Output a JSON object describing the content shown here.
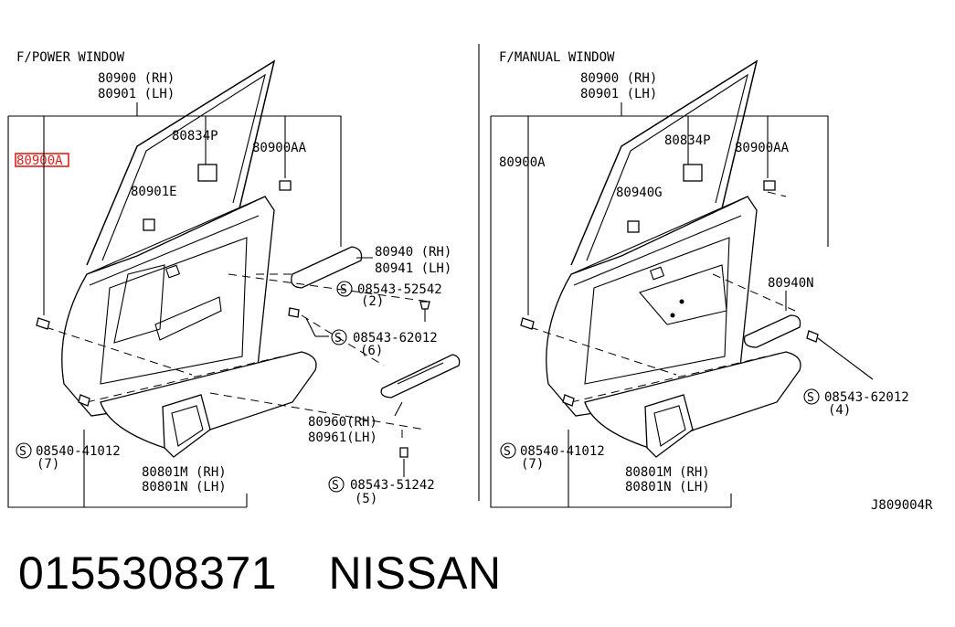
{
  "left_panel": {
    "section_title": "F/POWER WINDOW",
    "labels": {
      "finisher_rh": "80900 (RH)",
      "finisher_lh": "80901 (LH)",
      "highlighted_code": "80900A",
      "seal": "80834P",
      "clip": "80900AA",
      "bracket": "80901E",
      "pull_rh": "80940 (RH)",
      "pull_lh": "80941 (LH)",
      "screw_a": "08543-52542",
      "screw_a_qty": "(2)",
      "screw_b": "08543-62012",
      "screw_b_qty": "(6)",
      "switch_rh": "80960(RH)",
      "switch_lh": "80961(LH)",
      "screw_c": "08543-51242",
      "screw_c_qty": "(5)",
      "screw_d": "08540-41012",
      "screw_d_qty": "(7)",
      "pocket_rh": "80801M (RH)",
      "pocket_lh": "80801N (LH)"
    }
  },
  "right_panel": {
    "section_title": "F/MANUAL WINDOW",
    "labels": {
      "finisher_rh": "80900 (RH)",
      "finisher_lh": "80901 (LH)",
      "clip_code": "80900A",
      "seal": "80834P",
      "clip": "80900AA",
      "escutcheon": "80940G",
      "handle": "80940N",
      "screw_b": "08543-62012",
      "screw_b_qty": "(4)",
      "screw_d": "08540-41012",
      "screw_d_qty": "(7)",
      "pocket_rh": "80801M (RH)",
      "pocket_lh": "80801N (LH)"
    }
  },
  "diagram_id": "J809004R",
  "caption": {
    "part_number": "0155308371",
    "brand": "NISSAN"
  },
  "colors": {
    "highlight": "#e0201c",
    "ink": "#000000"
  },
  "icons": [
    "screw-symbol-icon"
  ]
}
